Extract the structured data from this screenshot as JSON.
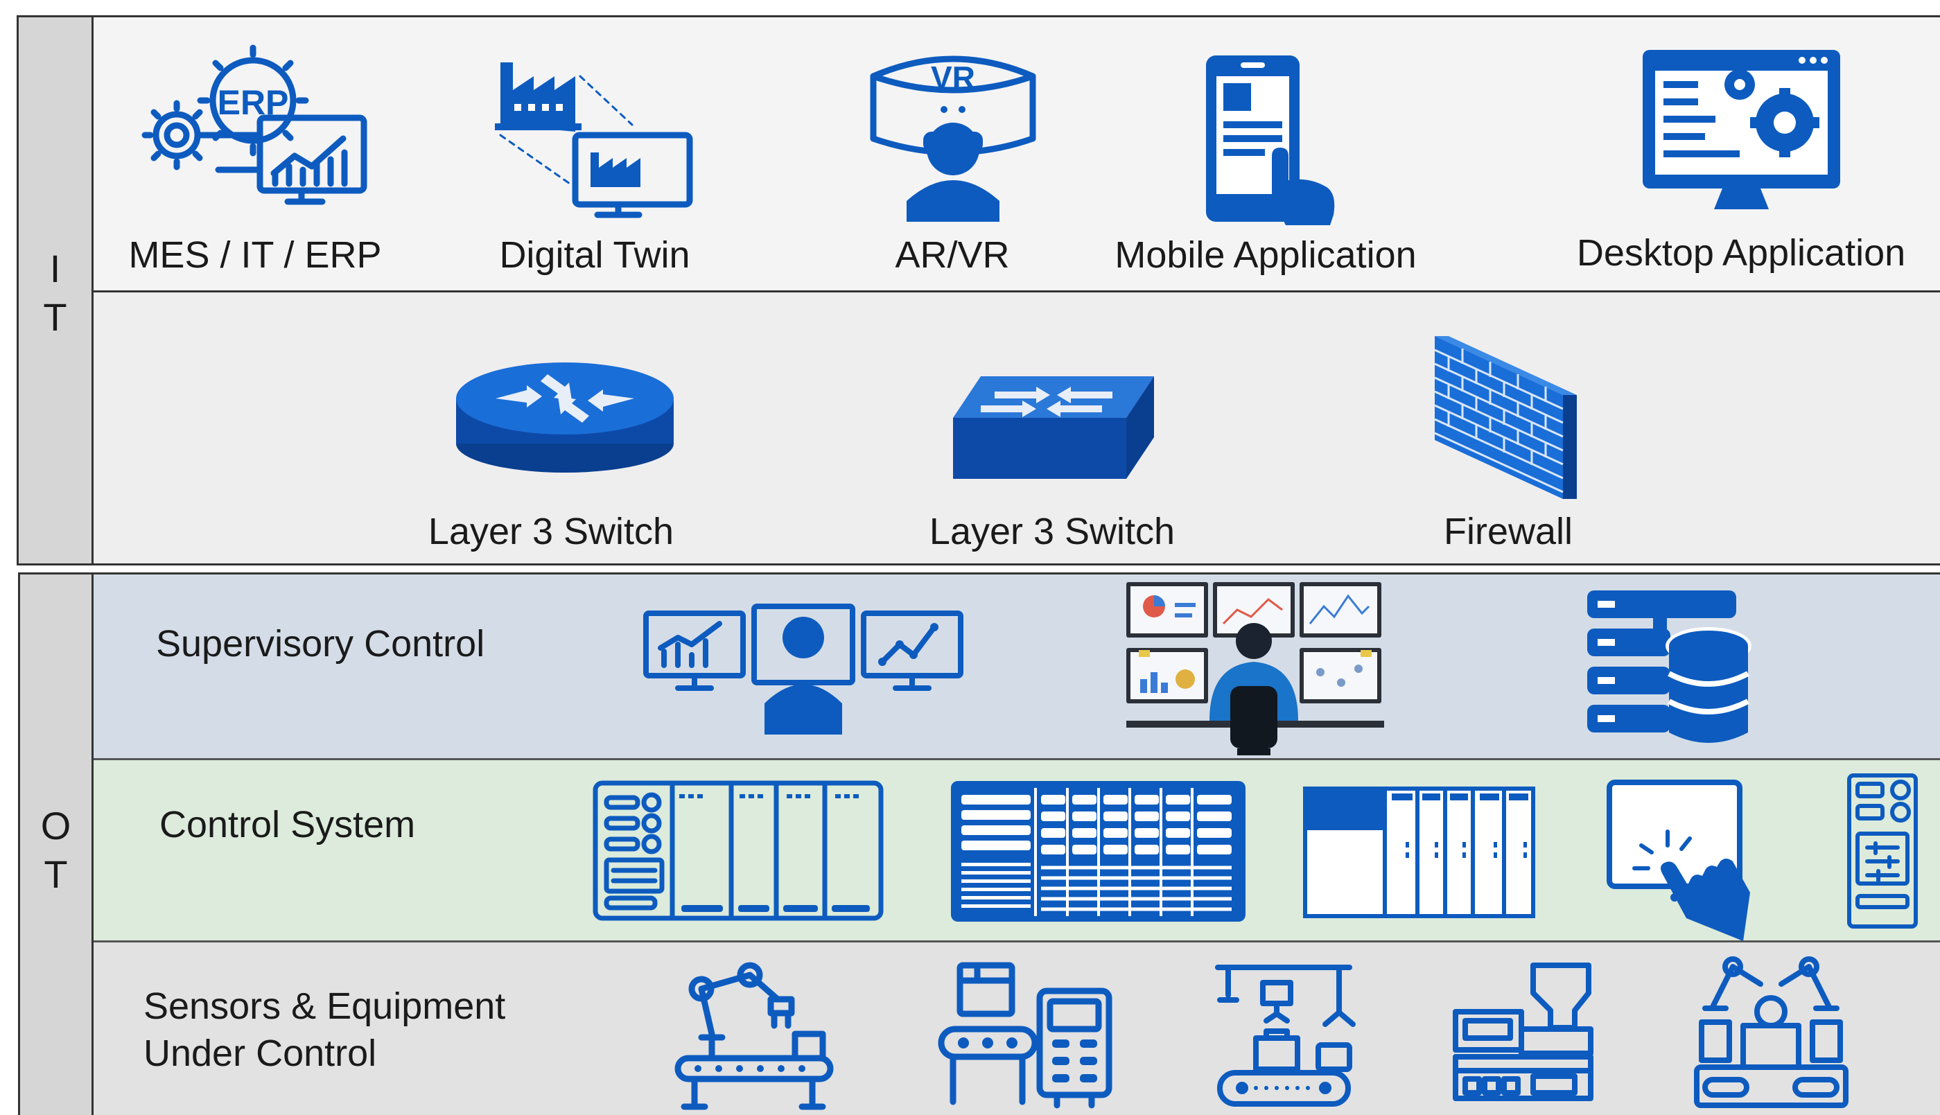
{
  "sections": {
    "it": {
      "tag_line1": "I",
      "tag_line2": "T"
    },
    "ot": {
      "tag_line1": "O",
      "tag_line2": "T"
    }
  },
  "it_apps": {
    "items": [
      {
        "label": "MES / IT / ERP",
        "icon": "erp-icon",
        "icon_text": "ERP"
      },
      {
        "label": "Digital Twin",
        "icon": "digital-twin-icon"
      },
      {
        "label": "AR/VR",
        "icon": "vr-headset-icon",
        "icon_text": "VR"
      },
      {
        "label": "Mobile Application",
        "icon": "mobile-app-icon"
      },
      {
        "label": "Desktop Application",
        "icon": "desktop-app-icon"
      }
    ]
  },
  "it_network": {
    "items": [
      {
        "label": "Layer 3 Switch",
        "icon": "router-icon"
      },
      {
        "label": "Layer 3 Switch",
        "icon": "switch-icon"
      },
      {
        "label": "Firewall",
        "icon": "firewall-icon"
      }
    ]
  },
  "ot_layers": {
    "supervisory": {
      "label": "Supervisory Control",
      "icons": [
        "operator-monitors-icon",
        "control-room-icon",
        "database-server-icon"
      ]
    },
    "control": {
      "label": "Control System",
      "icons": [
        "plc-rack-icon",
        "server-rack-icon",
        "io-module-icon",
        "touch-panel-icon",
        "control-cabinet-icon"
      ]
    },
    "sensors": {
      "label_line1": "Sensors & Equipment",
      "label_line2": "Under Control",
      "icons": [
        "robot-arm-conveyor-icon",
        "packaging-machine-icon",
        "pick-place-icon",
        "injection-molding-icon",
        "robotic-cell-icon"
      ]
    }
  },
  "colors": {
    "icon_blue": "#0d5bbf",
    "it_band": "#f2f2f3",
    "it_network_band": "#efeeef",
    "supervisory_band": "#d4dde7",
    "control_band": "#dcebdb",
    "sensors_band": "#e2e2e3",
    "side_tab": "#d6d6d6"
  }
}
